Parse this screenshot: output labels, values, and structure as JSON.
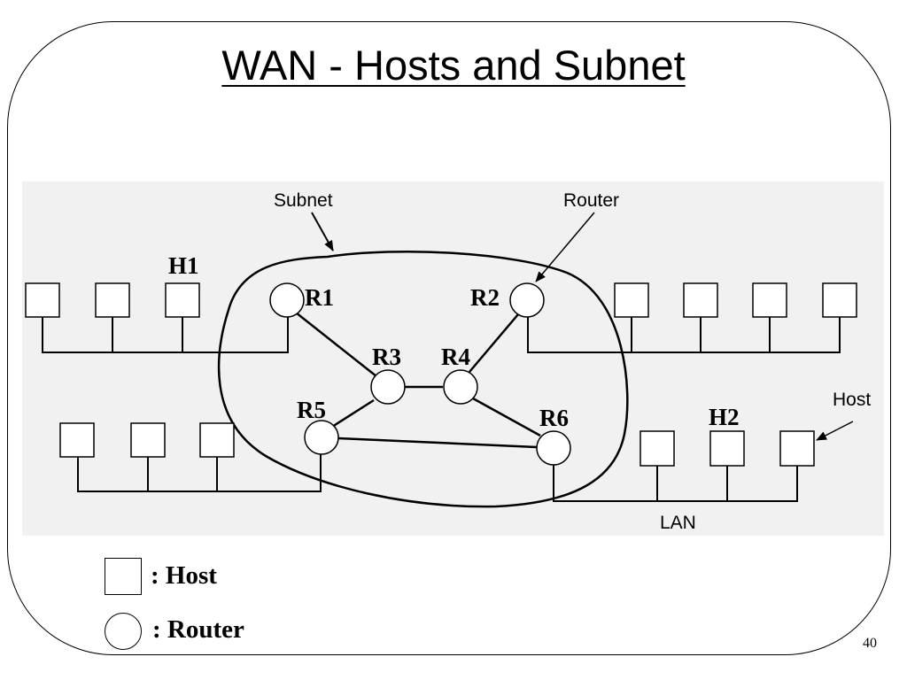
{
  "slide": {
    "title": "WAN - Hosts and Subnet",
    "page_number": "40"
  },
  "diagram": {
    "callouts": {
      "subnet": "Subnet",
      "router": "Router",
      "host": "Host",
      "lan": "LAN"
    },
    "routers": [
      {
        "id": "r1",
        "label": "R1"
      },
      {
        "id": "r2",
        "label": "R2"
      },
      {
        "id": "r3",
        "label": "R3"
      },
      {
        "id": "r4",
        "label": "R4"
      },
      {
        "id": "r5",
        "label": "R5"
      },
      {
        "id": "r6",
        "label": "R6"
      }
    ],
    "host_labels": {
      "h1": "H1",
      "h2": "H2"
    },
    "links": [
      [
        "R1",
        "R3"
      ],
      [
        "R3",
        "R4"
      ],
      [
        "R4",
        "R2"
      ],
      [
        "R3",
        "R5"
      ],
      [
        "R4",
        "R6"
      ],
      [
        "R5",
        "R6"
      ]
    ]
  },
  "legend": {
    "host": ": Host",
    "router": ": Router"
  }
}
